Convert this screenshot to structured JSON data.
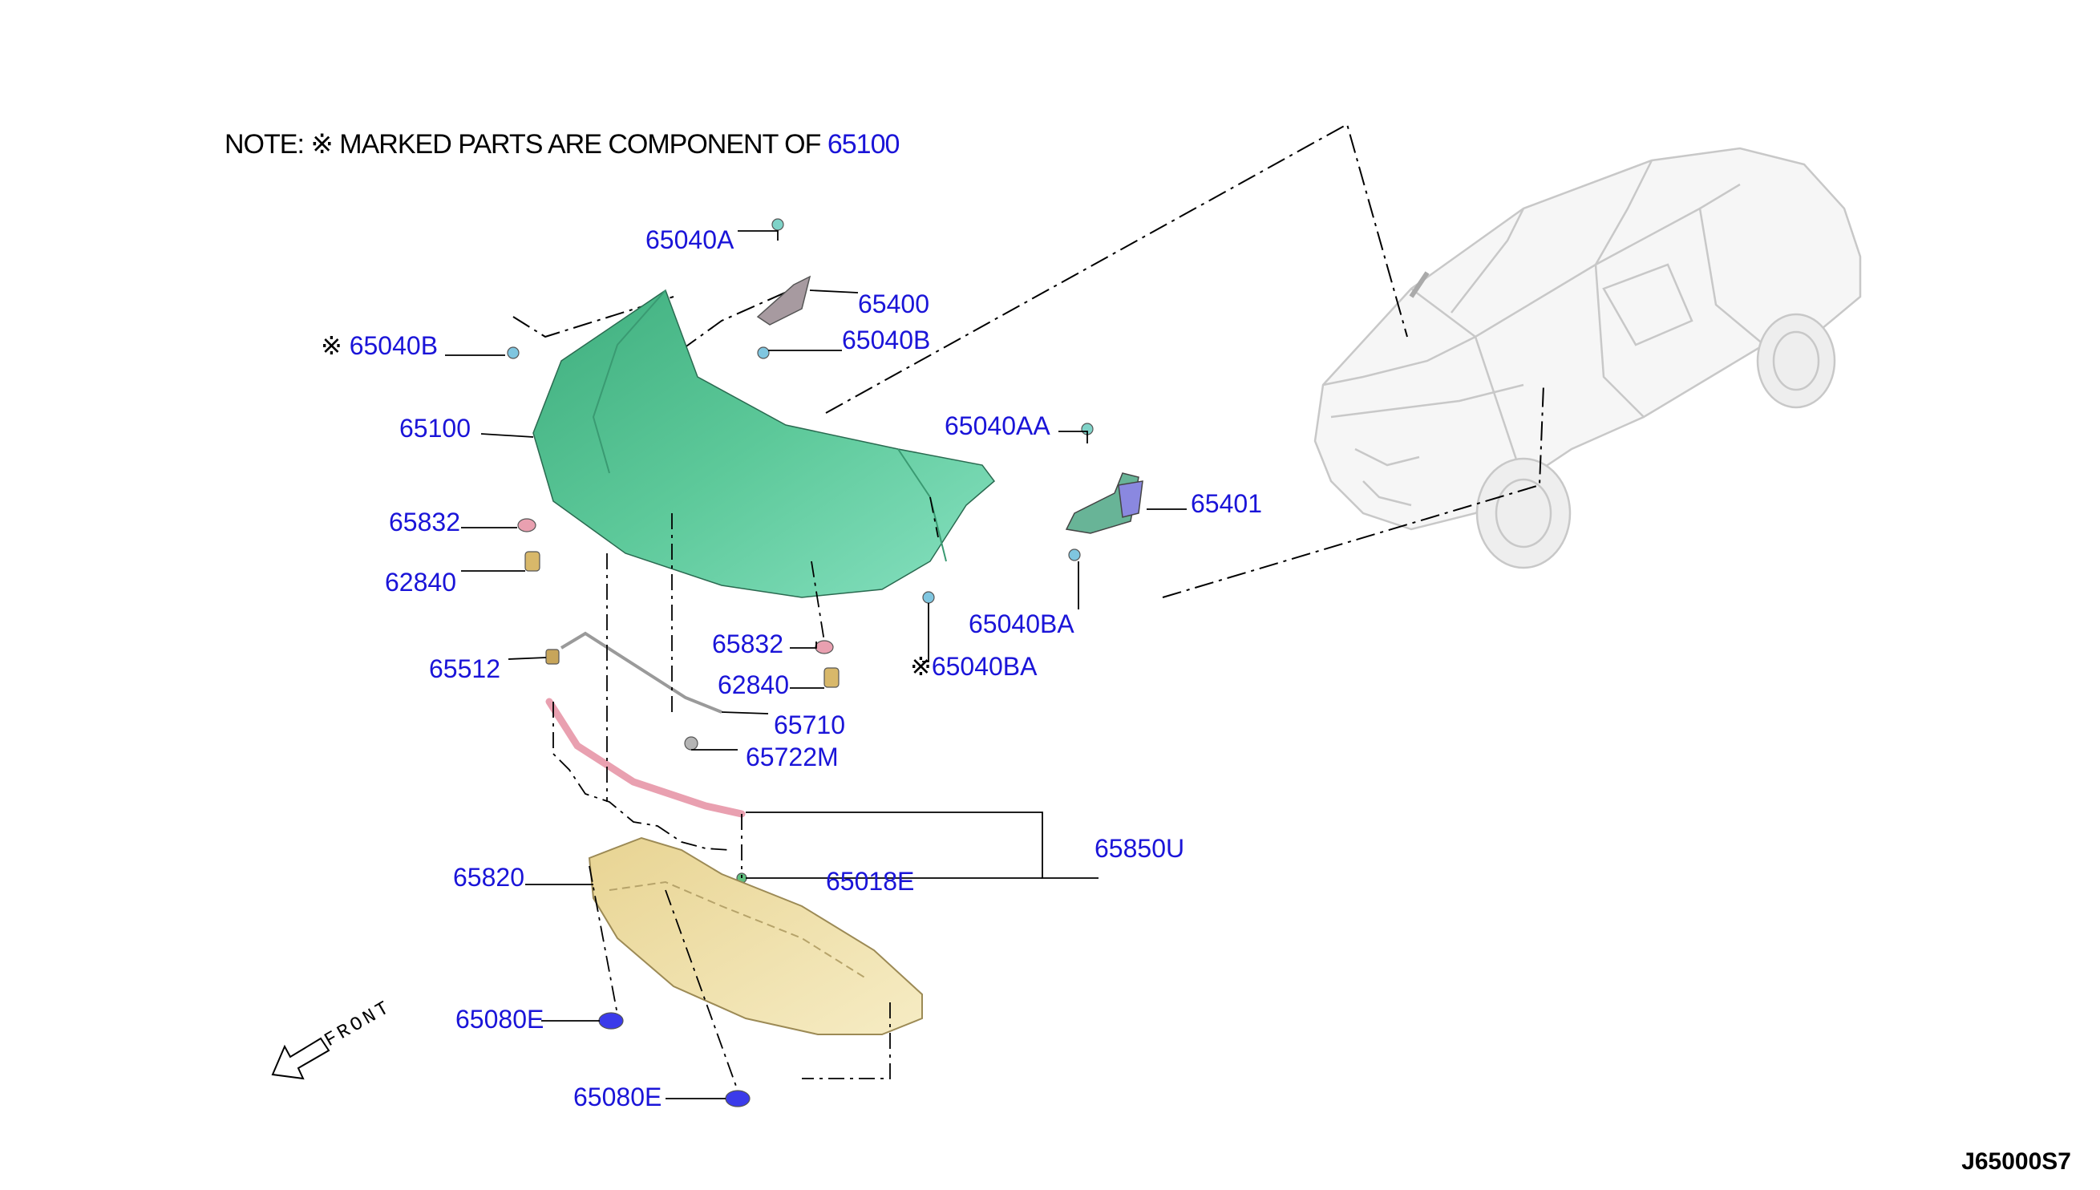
{
  "note": {
    "prefix": "NOTE: ",
    "mark": "※",
    "text": " MARKED PARTS ARE COMPONENT OF ",
    "ref": "65100"
  },
  "diagram_code": "J65000S7",
  "front_label": "FRONT",
  "colors": {
    "part_number": "#1a14d8",
    "hood": "#4fbf8f",
    "insulator": "#f0dfa3",
    "seal": "#e9a0b0",
    "clip_blue": "#3b3bea",
    "bumper_rubber": "#d8b86a",
    "text": "#000000"
  },
  "labels": [
    {
      "id": "65040A",
      "text": "65040A",
      "starred": false
    },
    {
      "id": "65400",
      "text": "65400",
      "starred": false
    },
    {
      "id": "65040B-left",
      "text": "65040B",
      "starred": true
    },
    {
      "id": "65040B-right",
      "text": "65040B",
      "starred": false
    },
    {
      "id": "65100",
      "text": "65100",
      "starred": false
    },
    {
      "id": "65040AA",
      "text": "65040AA",
      "starred": false
    },
    {
      "id": "65401",
      "text": "65401",
      "starred": false
    },
    {
      "id": "65832-left",
      "text": "65832",
      "starred": false
    },
    {
      "id": "62840-left",
      "text": "62840",
      "starred": false
    },
    {
      "id": "65040BA-1",
      "text": "65040BA",
      "starred": false
    },
    {
      "id": "65832-center",
      "text": "65832",
      "starred": false
    },
    {
      "id": "65040BA-2",
      "text": "65040BA",
      "starred": true
    },
    {
      "id": "65512",
      "text": "65512",
      "starred": false
    },
    {
      "id": "62840-center",
      "text": "62840",
      "starred": false
    },
    {
      "id": "65710",
      "text": "65710",
      "starred": false
    },
    {
      "id": "65722M",
      "text": "65722M",
      "starred": false
    },
    {
      "id": "65850U",
      "text": "65850U",
      "starred": false
    },
    {
      "id": "65820",
      "text": "65820",
      "starred": false
    },
    {
      "id": "65018E",
      "text": "65018E",
      "starred": false
    },
    {
      "id": "65080E-1",
      "text": "65080E",
      "starred": false
    },
    {
      "id": "65080E-2",
      "text": "65080E",
      "starred": false
    }
  ]
}
